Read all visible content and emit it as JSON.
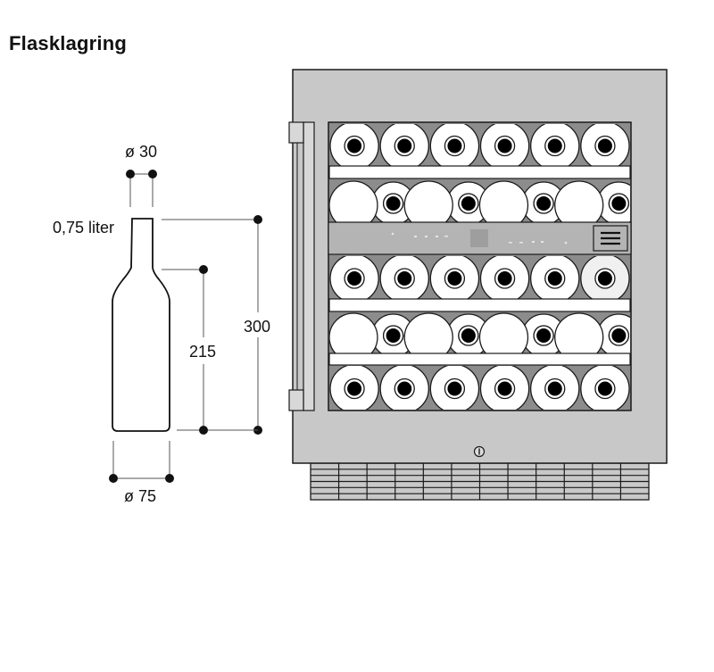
{
  "title": "Flasklagring",
  "bottle": {
    "volume_label": "0,75 liter",
    "neck_diameter_label": "ø 30",
    "body_diameter_label": "ø 75",
    "shoulder_height_label": "215",
    "total_height_label": "300"
  },
  "cabinet": {
    "shelves": [
      {
        "row": 1,
        "type": "full",
        "bottles_front": 6
      },
      {
        "row": 2,
        "type": "alternating",
        "bottles_base": 4,
        "bottles_neck": 4
      },
      {
        "row": 3,
        "type": "full",
        "bottles_front": 6
      },
      {
        "row": 4,
        "type": "alternating",
        "bottles_base": 4,
        "bottles_neck": 4
      },
      {
        "row": 5,
        "type": "full",
        "bottles_front": 6
      }
    ],
    "control_panel": {
      "menu_icon": "menu-icon"
    },
    "lock_icon": "lock-icon"
  },
  "colors": {
    "cabinet_frame": "#c8c8c8",
    "interior": "#8c8c8c",
    "panel": "#b4b4b4",
    "bottle": "#ffffff",
    "outline": "#1a1a1a"
  }
}
